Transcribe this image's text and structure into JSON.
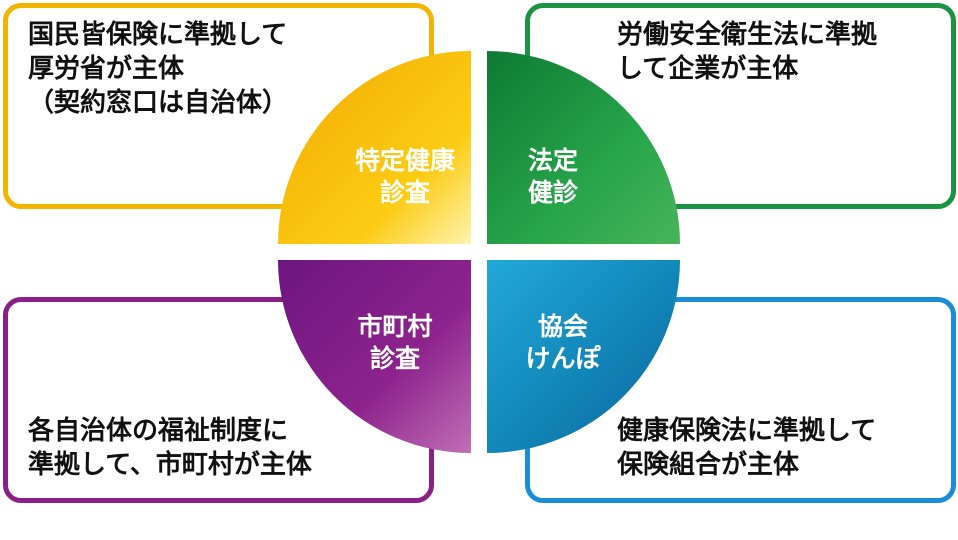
{
  "quadrants": {
    "top_left": {
      "label_lines": [
        "特定健康",
        "診査"
      ],
      "description_lines": [
        "国民皆保険に準拠して",
        "厚労省が主体",
        "（契約窓口は自治体）"
      ],
      "color": "#f3b400"
    },
    "top_right": {
      "label_lines": [
        "法定",
        "健診"
      ],
      "description_lines": [
        "労働安全衛生法に準拠",
        "して企業が主体"
      ],
      "color": "#1a9440"
    },
    "bottom_left": {
      "label_lines": [
        "市町村",
        "診査"
      ],
      "description_lines": [
        "各自治体の福祉制度に",
        "準拠して、市町村が主体"
      ],
      "color": "#8a1f86"
    },
    "bottom_right": {
      "label_lines": [
        "協会",
        "けんぽ"
      ],
      "description_lines": [
        "健康保険法に準拠して",
        "保険組合が主体"
      ],
      "color": "#1a8ed4"
    }
  }
}
